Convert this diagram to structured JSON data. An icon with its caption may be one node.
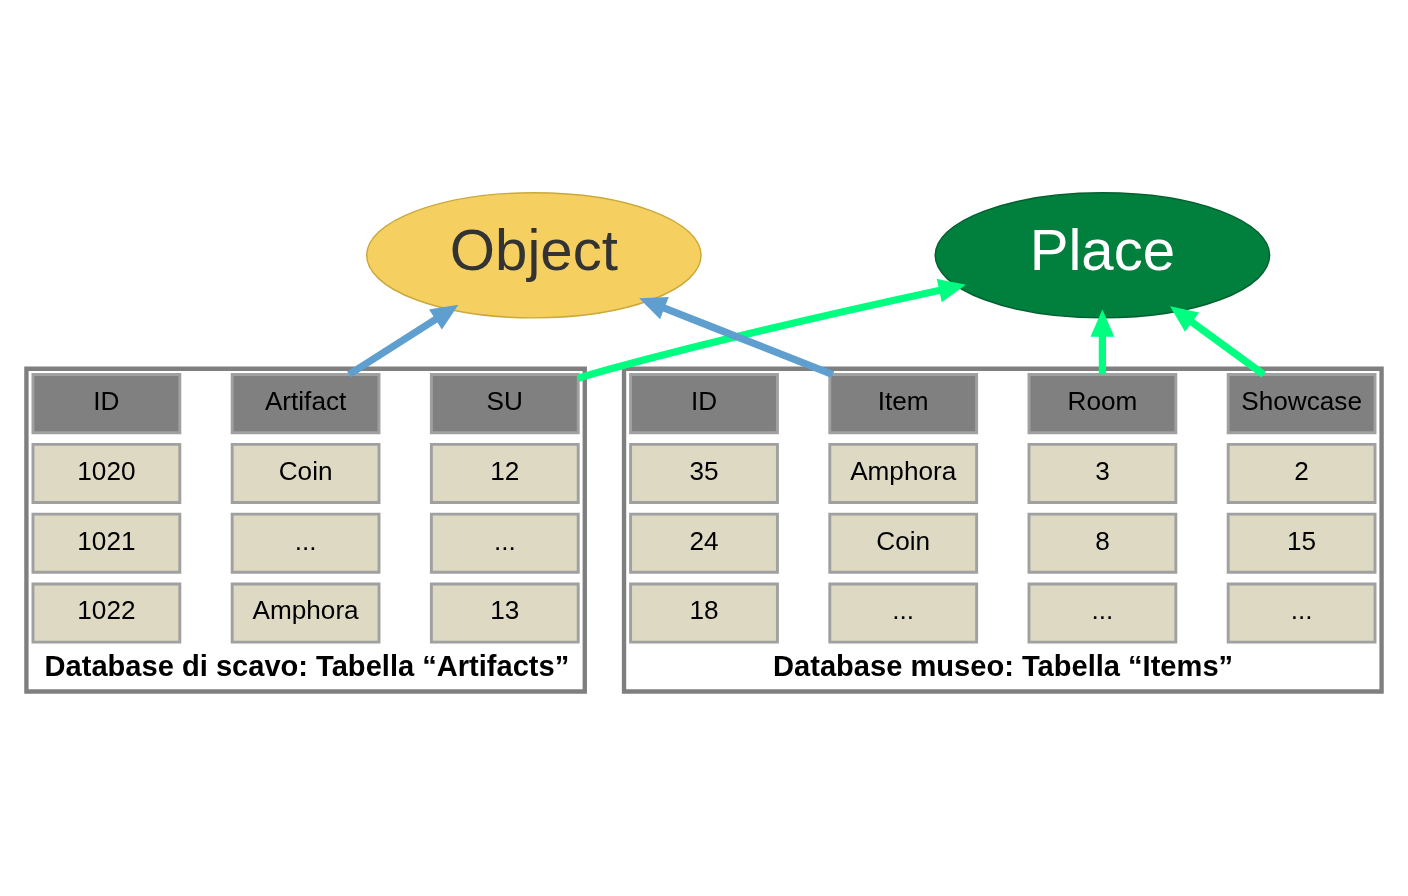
{
  "diagram": {
    "nodes": [
      {
        "text": [
          "Object"
        ]
      },
      {
        "text": [
          "Place"
        ]
      },
      {
        "text": [
          "Database di scavo: Tabella “Artifacts”"
        ]
      },
      {
        "text": [
          "ID"
        ],
        "in": 2
      },
      {
        "text": [
          "Artifact"
        ],
        "in": 2
      },
      {
        "text": [
          "SU"
        ],
        "in": 2
      },
      {
        "text": [
          "1020"
        ],
        "in": 2
      },
      {
        "text": [
          "Coin"
        ],
        "in": 2
      },
      {
        "text": [
          "12"
        ],
        "in": 2
      },
      {
        "text": [
          "1021"
        ],
        "in": 2
      },
      {
        "text": [
          "..."
        ],
        "in": 2
      },
      {
        "text": [
          "..."
        ],
        "in": 2
      },
      {
        "text": [
          "1022"
        ],
        "in": 2
      },
      {
        "text": [
          "Amphora"
        ],
        "in": 2
      },
      {
        "text": [
          "13"
        ],
        "in": 2
      },
      {
        "text": [
          "Database museo: Tabella “Items”"
        ]
      },
      {
        "text": [
          "ID"
        ],
        "in": 15
      },
      {
        "text": [
          "Item"
        ],
        "in": 15
      },
      {
        "text": [
          "Room"
        ],
        "in": 15
      },
      {
        "text": [
          "Showcase"
        ],
        "in": 15
      },
      {
        "text": [
          "35"
        ],
        "in": 15
      },
      {
        "text": [
          "Amphora"
        ],
        "in": 15
      },
      {
        "text": [
          "3"
        ],
        "in": 15
      },
      {
        "text": [
          "2"
        ],
        "in": 15
      },
      {
        "text": [
          "24"
        ],
        "in": 15
      },
      {
        "text": [
          "Coin"
        ],
        "in": 15
      },
      {
        "text": [
          "8"
        ],
        "in": 15
      },
      {
        "text": [
          "15"
        ],
        "in": 15
      },
      {
        "text": [
          "18"
        ],
        "in": 15
      },
      {
        "text": [
          "..."
        ],
        "in": 15
      },
      {
        "text": [
          "..."
        ],
        "in": 15
      },
      {
        "text": [
          "..."
        ],
        "in": 15
      }
    ],
    "edges": [
      {
        "from": 4,
        "to": 0,
        "arrow": "to",
        "color": "#5f9fd0"
      },
      {
        "from": 5,
        "to": 1,
        "arrow": "to"
      },
      {
        "from": 17,
        "to": 0,
        "arrow": "to",
        "color": "#5f9fd0"
      },
      {
        "from": 18,
        "to": 1,
        "arrow": "to"
      },
      {
        "from": 19,
        "to": 1,
        "arrow": "to"
      }
    ]
  }
}
